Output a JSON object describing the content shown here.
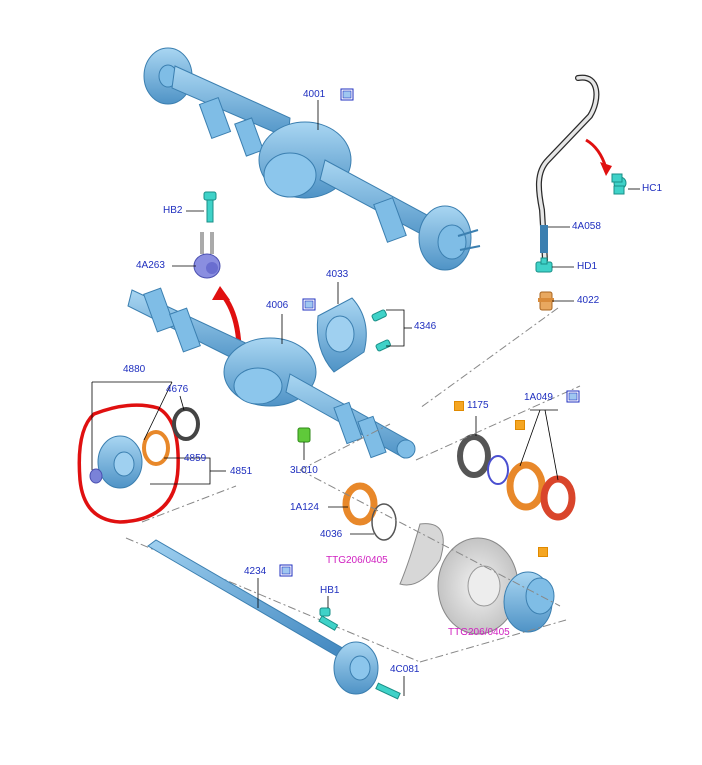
{
  "labels": {
    "l4001": "4001",
    "l4A058": "4A058",
    "lHC1": "HC1",
    "lHD1": "HD1",
    "l4022": "4022",
    "lHB2": "HB2",
    "l4A263": "4A263",
    "l4033": "4033",
    "l4006": "4006",
    "l4346": "4346",
    "l4880": "4880",
    "l4676": "4676",
    "l4859": "4859",
    "l4851": "4851",
    "l3L010": "3L010",
    "l1175": "1175",
    "l1A049": "1A049",
    "l1A124": "1A124",
    "l4036": "4036",
    "lTTG1": "TTG206/0405",
    "lTTG2": "TTG206/0405",
    "l4234": "4234",
    "lHB1": "HB1",
    "l4C081": "4C081"
  },
  "colors": {
    "part_blue": "#6fb3de",
    "part_blue_dark": "#3b7fb0",
    "label_blue": "#1f2fbf",
    "label_pink": "#d01fc0",
    "highlight_red": "#e01010",
    "seal_orange": "#e8882a",
    "seal_red": "#d9452b",
    "cyan_fastener": "#3fd2c8",
    "green_plug": "#5fc93a",
    "brake_gray": "#d7d7d7",
    "note_square": "#f5a623"
  },
  "icons": [
    "manual-book-icon",
    "note-square-icon",
    "red-arrow-icon"
  ]
}
